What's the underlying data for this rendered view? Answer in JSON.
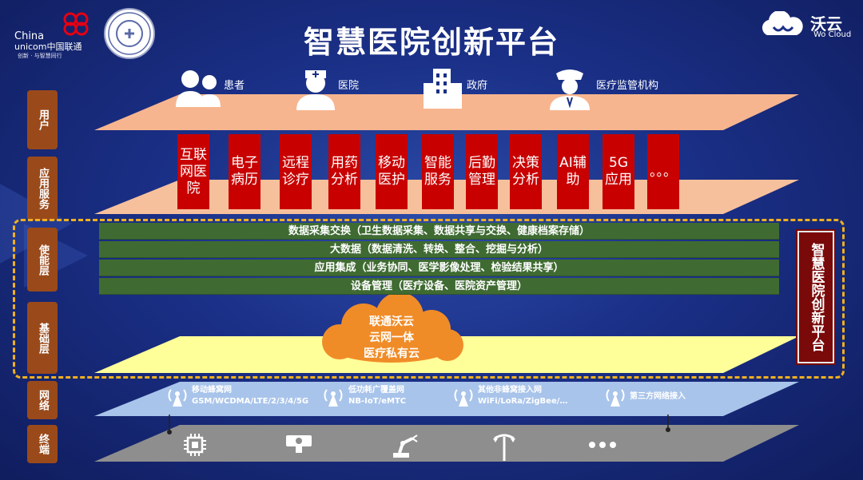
{
  "header": {
    "title": "智慧医院创新平台",
    "unicom": {
      "line1": "China",
      "line2": "unicom中国联通",
      "slogan": "创新 · 与智慧同行"
    },
    "wocloud": {
      "name": "沃云",
      "sub": "Wo Cloud"
    }
  },
  "side_labels": [
    {
      "id": "user",
      "text": "用户"
    },
    {
      "id": "app",
      "text": "应用服务"
    },
    {
      "id": "enable",
      "text": "使能层"
    },
    {
      "id": "base",
      "text": "基础层"
    },
    {
      "id": "net",
      "text": "网络"
    },
    {
      "id": "term",
      "text": "终端"
    }
  ],
  "stakeholders": [
    {
      "label": "患者",
      "icon": "patients-icon"
    },
    {
      "label": "医院",
      "icon": "doctor-icon"
    },
    {
      "label": "政府",
      "icon": "government-building-icon"
    },
    {
      "label": "医疗监管机构",
      "icon": "officer-icon"
    }
  ],
  "services": [
    "互联网医院",
    "电子病历",
    "远程诊疗",
    "用药分析",
    "移动医护",
    "智能服务",
    "后勤管理",
    "决策分析",
    "AI辅助",
    "5G应用",
    "。。。"
  ],
  "enable_bars": [
    "数据采集交换（卫生数据采集、数据共享与交换、健康档案存储）",
    "大数据（数据清洗、转换、整合、挖掘与分析）",
    "应用集成（业务协同、医学影像处理、检验结果共享）",
    "设备管理（医疗设备、医院资产管理）"
  ],
  "platform_label": "智慧医院创新平台",
  "cloud": {
    "line1": "联通沃云",
    "line2": "云网一体",
    "line3": "医疗私有云"
  },
  "networks": [
    {
      "title": "移动蜂窝网",
      "detail": "GSM/WCDMA/LTE/2/3/4/5G"
    },
    {
      "title": "低功耗广覆盖网",
      "detail": "NB-IoT/eMTC"
    },
    {
      "title": "其他非蜂窝接入网",
      "detail": "WiFi/LoRa/ZigBee/…"
    },
    {
      "title": "第三方网络接入",
      "detail": ""
    }
  ],
  "terminals": [
    "chip-icon",
    "camera-icon",
    "robot-arm-icon",
    "street-lamp-icon",
    "more-dots-icon"
  ],
  "colors": {
    "background": "#1a2f86",
    "user_plane": "#f7b58f",
    "app_plane": "#f7c09c",
    "base_plane": "#ffff99",
    "net_plane": "#a9c4ea",
    "term_plane": "#8e8e8e",
    "service_red": "#c80000",
    "enable_green": "#3f6b32",
    "side_label": "#9a4a1a",
    "dash": "#f0b020",
    "cloud": "#f08c28"
  }
}
